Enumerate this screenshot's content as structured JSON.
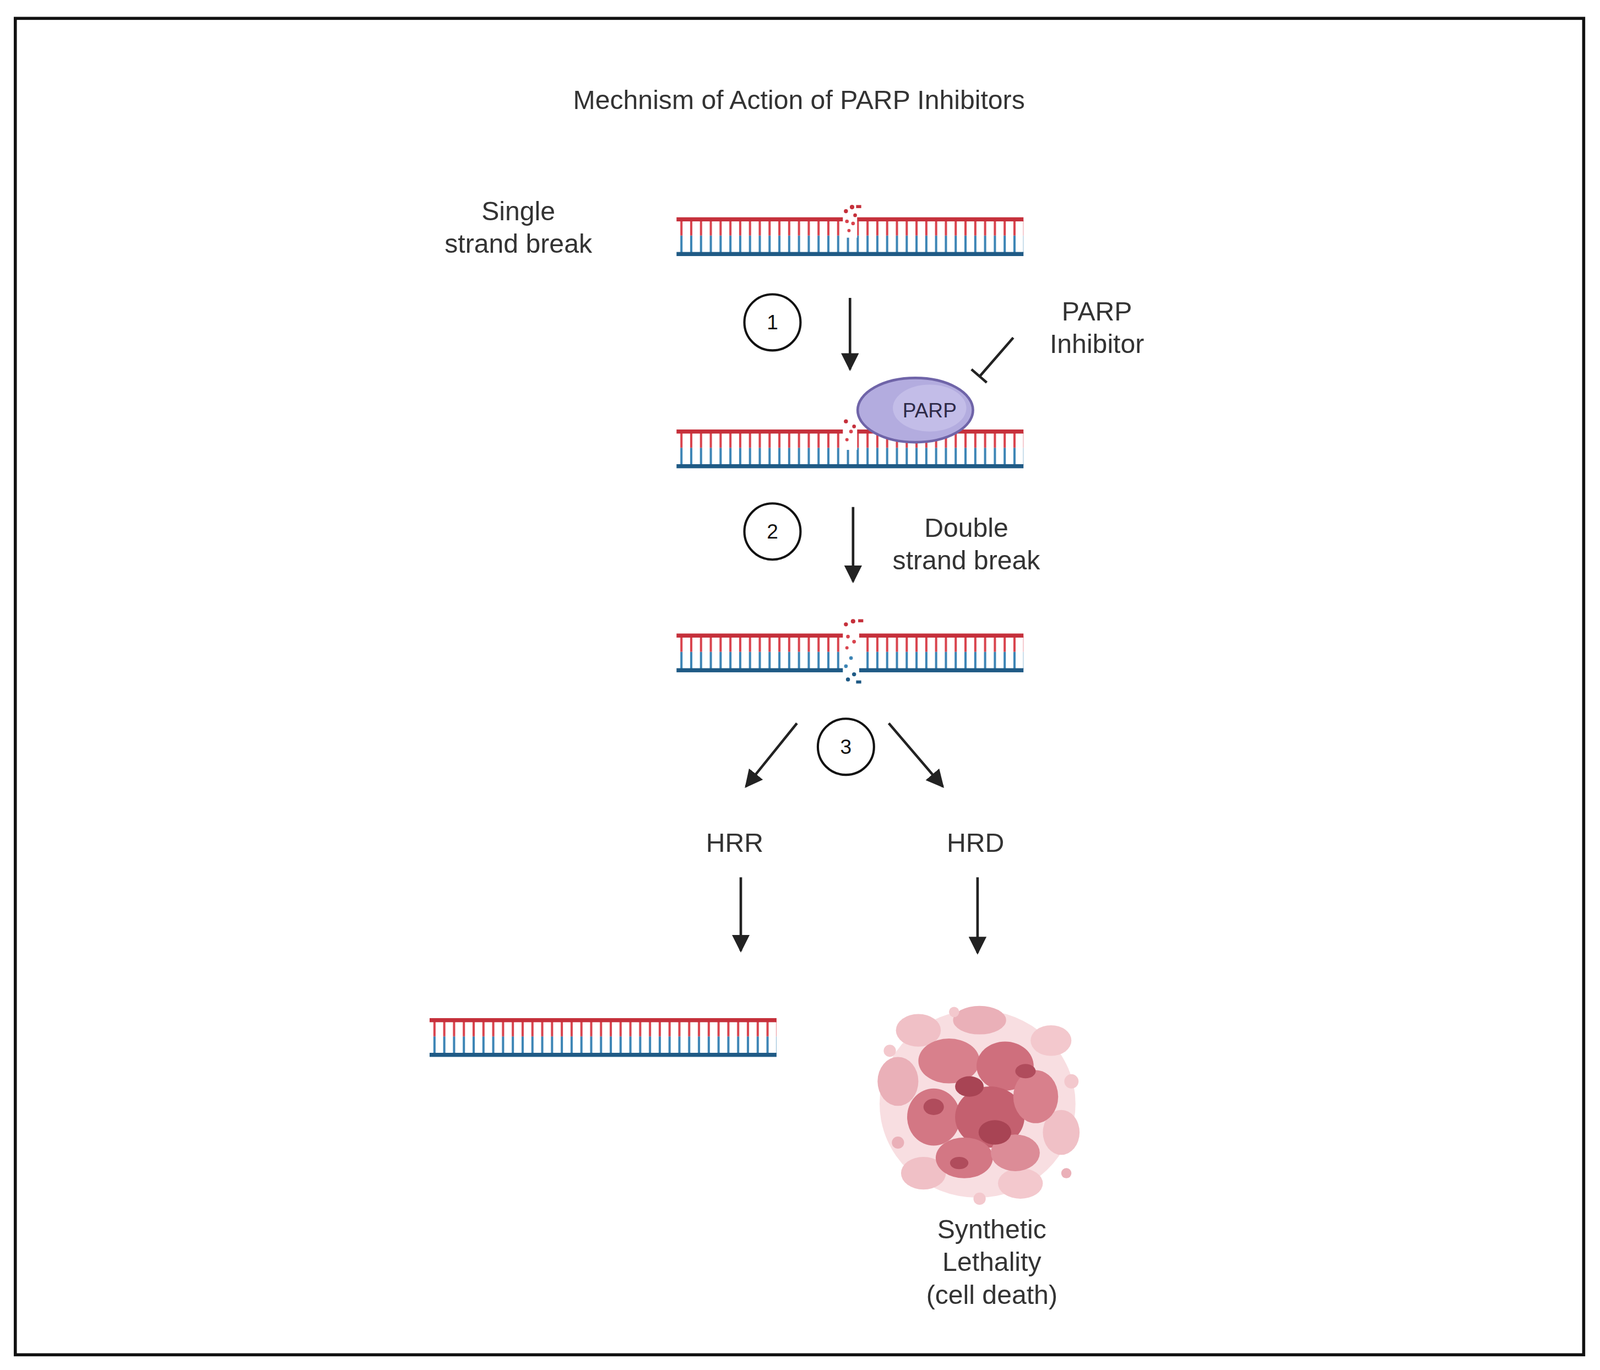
{
  "diagram": {
    "title": "Mechnism of Action of PARP Inhibitors",
    "nodes": [
      {
        "text": [
          "1"
        ]
      },
      {
        "text": [
          "PARP"
        ]
      },
      {
        "text": [
          "2"
        ]
      },
      {
        "text": [
          "3"
        ]
      }
    ],
    "labels": [
      "Single strand break",
      "PARP Inhibitor",
      "Double strand break",
      "HRR",
      "HRD",
      "Synthetic Lethality (cell death)"
    ]
  }
}
